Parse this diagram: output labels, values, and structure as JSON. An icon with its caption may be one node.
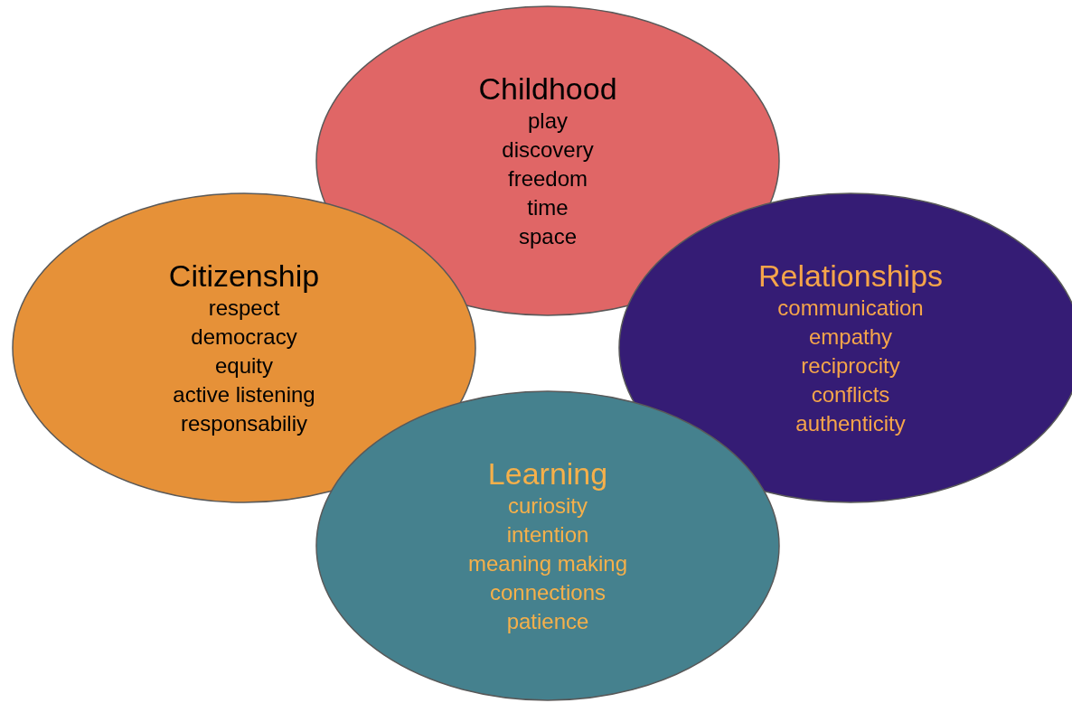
{
  "diagram": {
    "nodes": [
      {
        "text": [
          "Childhood",
          "play",
          "discovery",
          "freedom",
          "time",
          "space"
        ]
      },
      {
        "text": [
          "Citizenship",
          "respect",
          "democracy",
          "equity",
          "active listening",
          "responsabiliy"
        ]
      },
      {
        "text": [
          "Relationships",
          "communication",
          "empathy",
          "reciprocity",
          "conflicts",
          "authenticity"
        ]
      },
      {
        "text": [
          "Learning",
          "curiosity",
          "intention",
          "meaning making",
          "connections",
          "patience"
        ]
      }
    ]
  }
}
